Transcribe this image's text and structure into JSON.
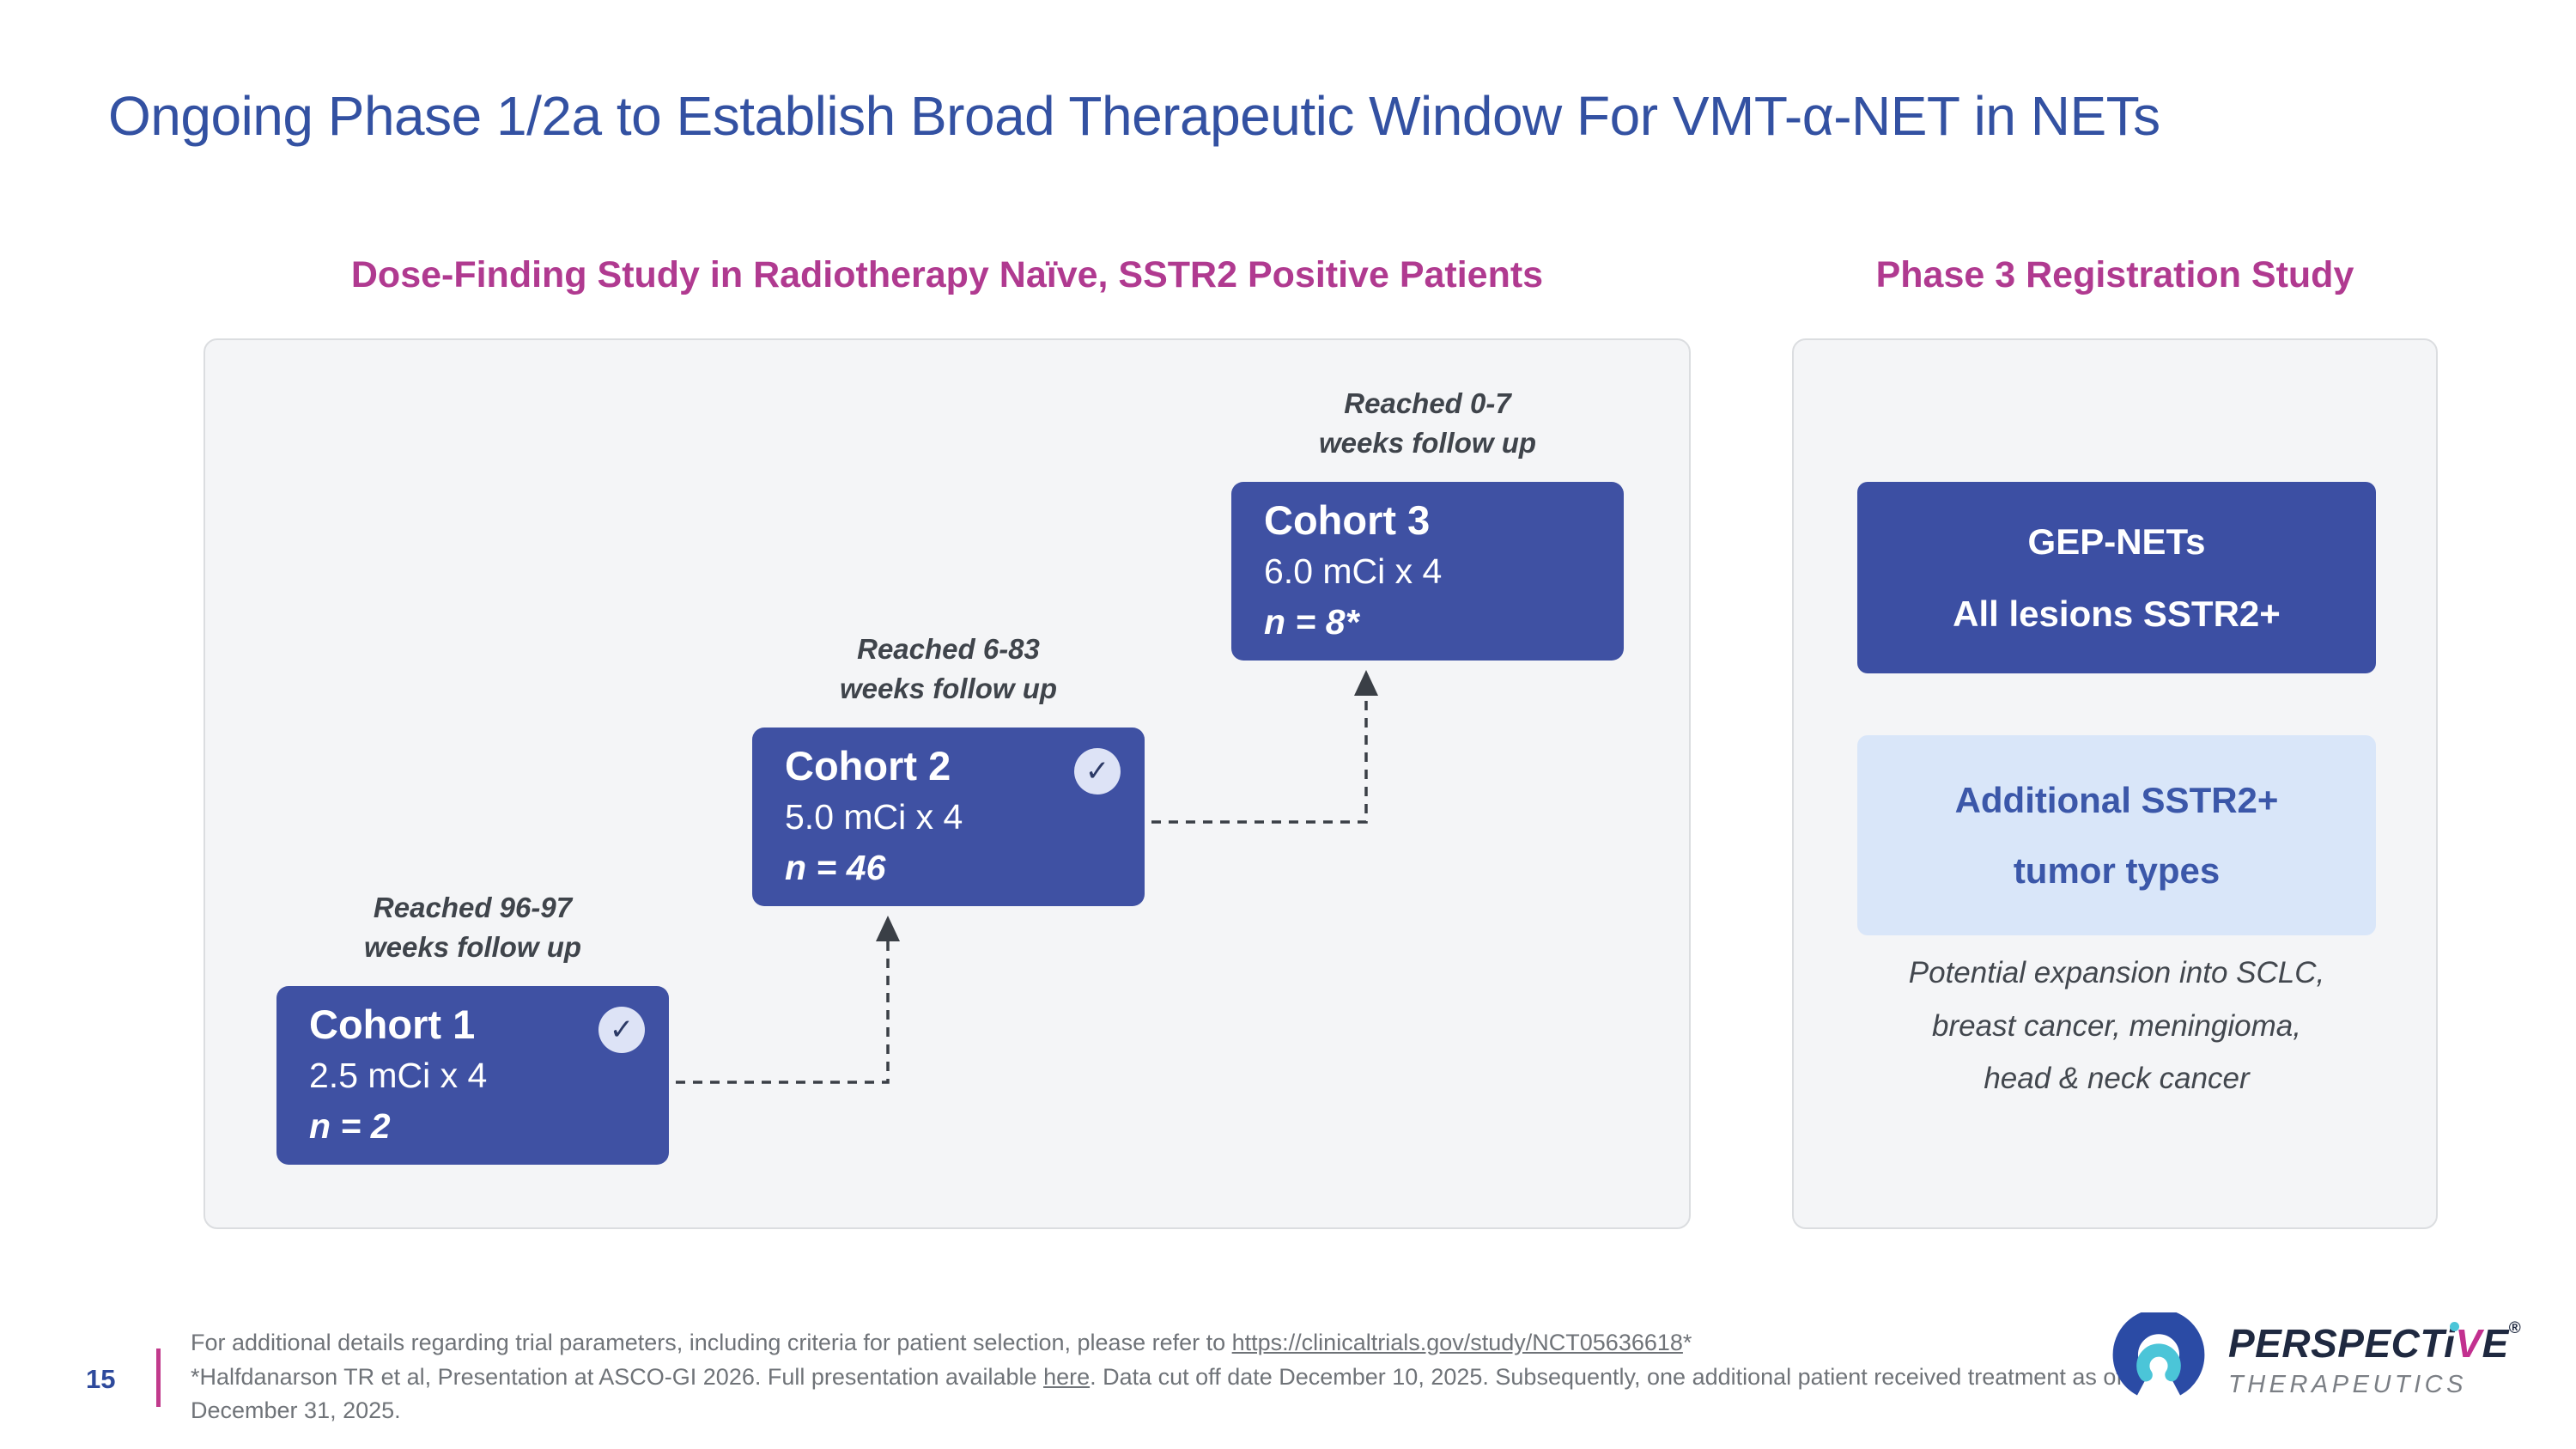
{
  "slide": {
    "title": "Ongoing Phase 1/2a to Establish Broad Therapeutic Window For VMT-α-NET in NETs",
    "page_number": "15"
  },
  "colors": {
    "title_blue": "#3351A2",
    "header_magenta": "#B03A90",
    "cohort_blue": "#3F51A3",
    "light_blue_box": "#D9E6F9",
    "panel_gray": "#F4F5F7",
    "accent_pink": "#C13A8C",
    "logo_teal": "#4BC5D8",
    "logo_navy": "#1F2940"
  },
  "icons": {
    "check_glyph": "✓"
  },
  "left_section": {
    "header": "Dose-Finding Study in Radiotherapy Naïve, SSTR2 Positive Patients",
    "cohorts": [
      {
        "name": "Cohort 1",
        "dose": "2.5 mCi x 4",
        "n": "n = 2",
        "completed": true,
        "label_line1": "Reached 96-97",
        "label_line2": "weeks follow up"
      },
      {
        "name": "Cohort 2",
        "dose": "5.0 mCi x 4",
        "n": "n = 46",
        "completed": true,
        "label_line1": "Reached 6-83",
        "label_line2": "weeks follow up"
      },
      {
        "name": "Cohort 3",
        "dose": "6.0 mCi x 4",
        "n": "n = 8*",
        "completed": false,
        "label_line1": "Reached 0-7",
        "label_line2": "weeks follow up"
      }
    ]
  },
  "right_section": {
    "header": "Phase 3 Registration Study",
    "primary_box": {
      "line1": "GEP-NETs",
      "line2": "All lesions SSTR2+"
    },
    "secondary_box": {
      "line1": "Additional SSTR2+",
      "line2": "tumor types"
    },
    "expansion_note": {
      "line1": "Potential expansion into SCLC,",
      "line2": "breast cancer, meningioma,",
      "line3": "head & neck cancer"
    }
  },
  "footer": {
    "line1_prefix": "For additional details regarding trial parameters, including criteria for patient selection, please refer to ",
    "line1_link": "https://clinicaltrials.gov/study/NCT05636618",
    "line1_suffix": "*",
    "line2_prefix": "*Halfdanarson TR et al, Presentation at ASCO-GI 2026. Full presentation available ",
    "line2_link": "here",
    "line2_suffix": ". Data cut off date December 10, 2025. Subsequently, one additional patient received treatment as of",
    "line3": "December 31, 2025."
  },
  "logo": {
    "brand_part1": "PERSPECT",
    "brand_i": "i",
    "brand_v": "V",
    "brand_e": "E",
    "registered": "®",
    "subtitle": "THERAPEUTICS"
  }
}
